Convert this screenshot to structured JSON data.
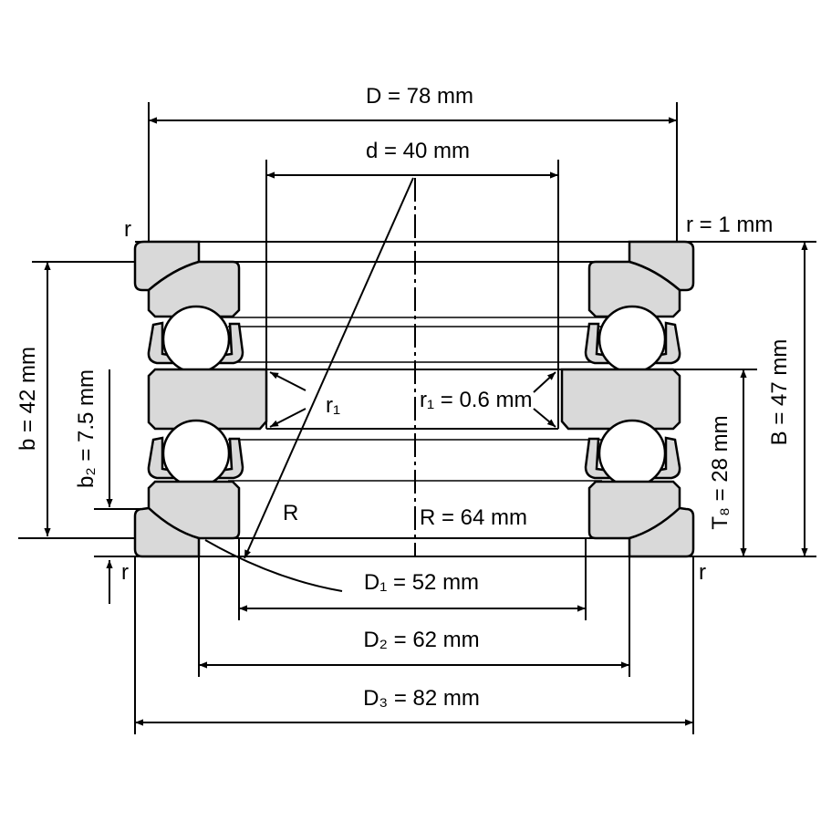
{
  "title": "Double direction thrust ball bearing dimensions",
  "labels": {
    "D": "D = 78 mm",
    "d": "d = 40 mm",
    "r_top_left": "r",
    "r_value": "r = 1 mm",
    "b": "b = 42 mm",
    "b2": "b₂ = 7.5 mm",
    "B": "B = 47 mm",
    "T8": "T₈ = 28 mm",
    "r1": "r₁",
    "r1_value": "r₁ = 0.6 mm",
    "R": "R",
    "R_value": "R = 64 mm",
    "r_bottom_left": "r",
    "r_bottom_right": "r",
    "D1": "D₁ = 52 mm",
    "D2": "D₂ = 62 mm",
    "D3": "D₃ = 82 mm"
  },
  "colors": {
    "part_fill": "#d9d9d9",
    "line": "#000000"
  }
}
